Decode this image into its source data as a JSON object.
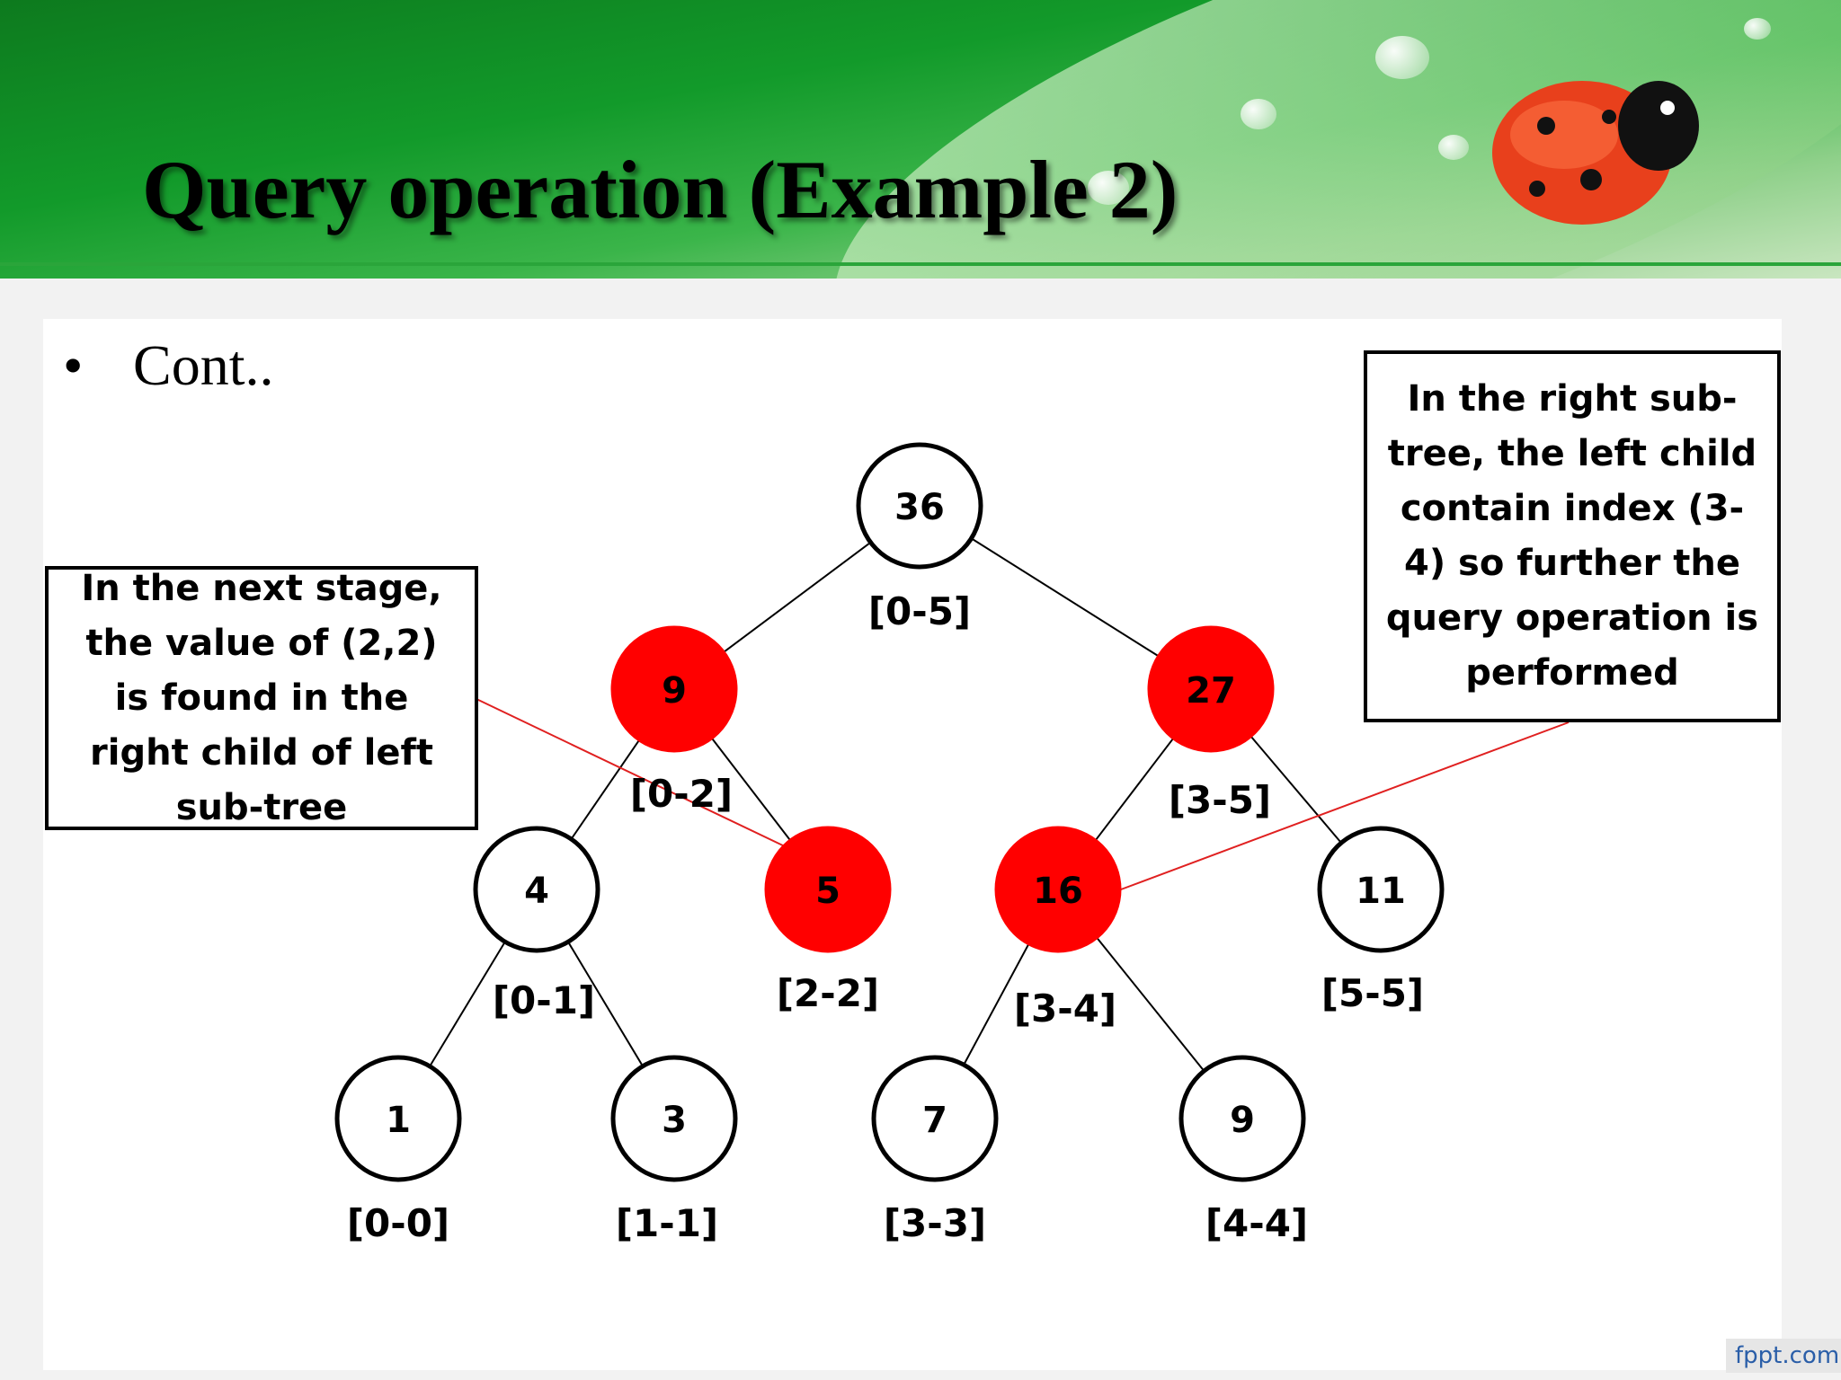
{
  "slide": {
    "title": "Query operation (Example 2)",
    "bullet": "Cont..",
    "watermark": "fppt.com"
  },
  "tree": {
    "nodes": [
      {
        "id": "root",
        "value": "36",
        "range": "[0-5]",
        "highlighted": false
      },
      {
        "id": "n-0-2",
        "value": "9",
        "range": "[0-2]",
        "highlighted": true
      },
      {
        "id": "n-3-5",
        "value": "27",
        "range": "[3-5]",
        "highlighted": true
      },
      {
        "id": "n-0-1",
        "value": "4",
        "range": "[0-1]",
        "highlighted": false
      },
      {
        "id": "n-2-2",
        "value": "5",
        "range": "[2-2]",
        "highlighted": true
      },
      {
        "id": "n-3-4",
        "value": "16",
        "range": "[3-4]",
        "highlighted": true
      },
      {
        "id": "n-5-5",
        "value": "11",
        "range": "[5-5]",
        "highlighted": false
      },
      {
        "id": "n-0-0",
        "value": "1",
        "range": "[0-0]",
        "highlighted": false
      },
      {
        "id": "n-1-1",
        "value": "3",
        "range": "[1-1]",
        "highlighted": false
      },
      {
        "id": "n-3-3",
        "value": "7",
        "range": "[3-3]",
        "highlighted": false
      },
      {
        "id": "n-4-4",
        "value": "9",
        "range": "[4-4]",
        "highlighted": false
      }
    ],
    "edges": [
      [
        "root",
        "n-0-2"
      ],
      [
        "root",
        "n-3-5"
      ],
      [
        "n-0-2",
        "n-0-1"
      ],
      [
        "n-0-2",
        "n-2-2"
      ],
      [
        "n-3-5",
        "n-3-4"
      ],
      [
        "n-3-5",
        "n-5-5"
      ],
      [
        "n-0-1",
        "n-0-0"
      ],
      [
        "n-0-1",
        "n-1-1"
      ],
      [
        "n-3-4",
        "n-3-3"
      ],
      [
        "n-3-4",
        "n-4-4"
      ]
    ]
  },
  "callouts": {
    "left": "In the next stage, the value of (2,2) is found in the right child of left sub-tree",
    "right": "In the right sub-tree, the left child contain index (3-4) so further the query operation is performed"
  },
  "colors": {
    "highlight": "#ff0000",
    "node_fill": "#ffffff",
    "edge": "#000000",
    "connector": "#e02020"
  }
}
